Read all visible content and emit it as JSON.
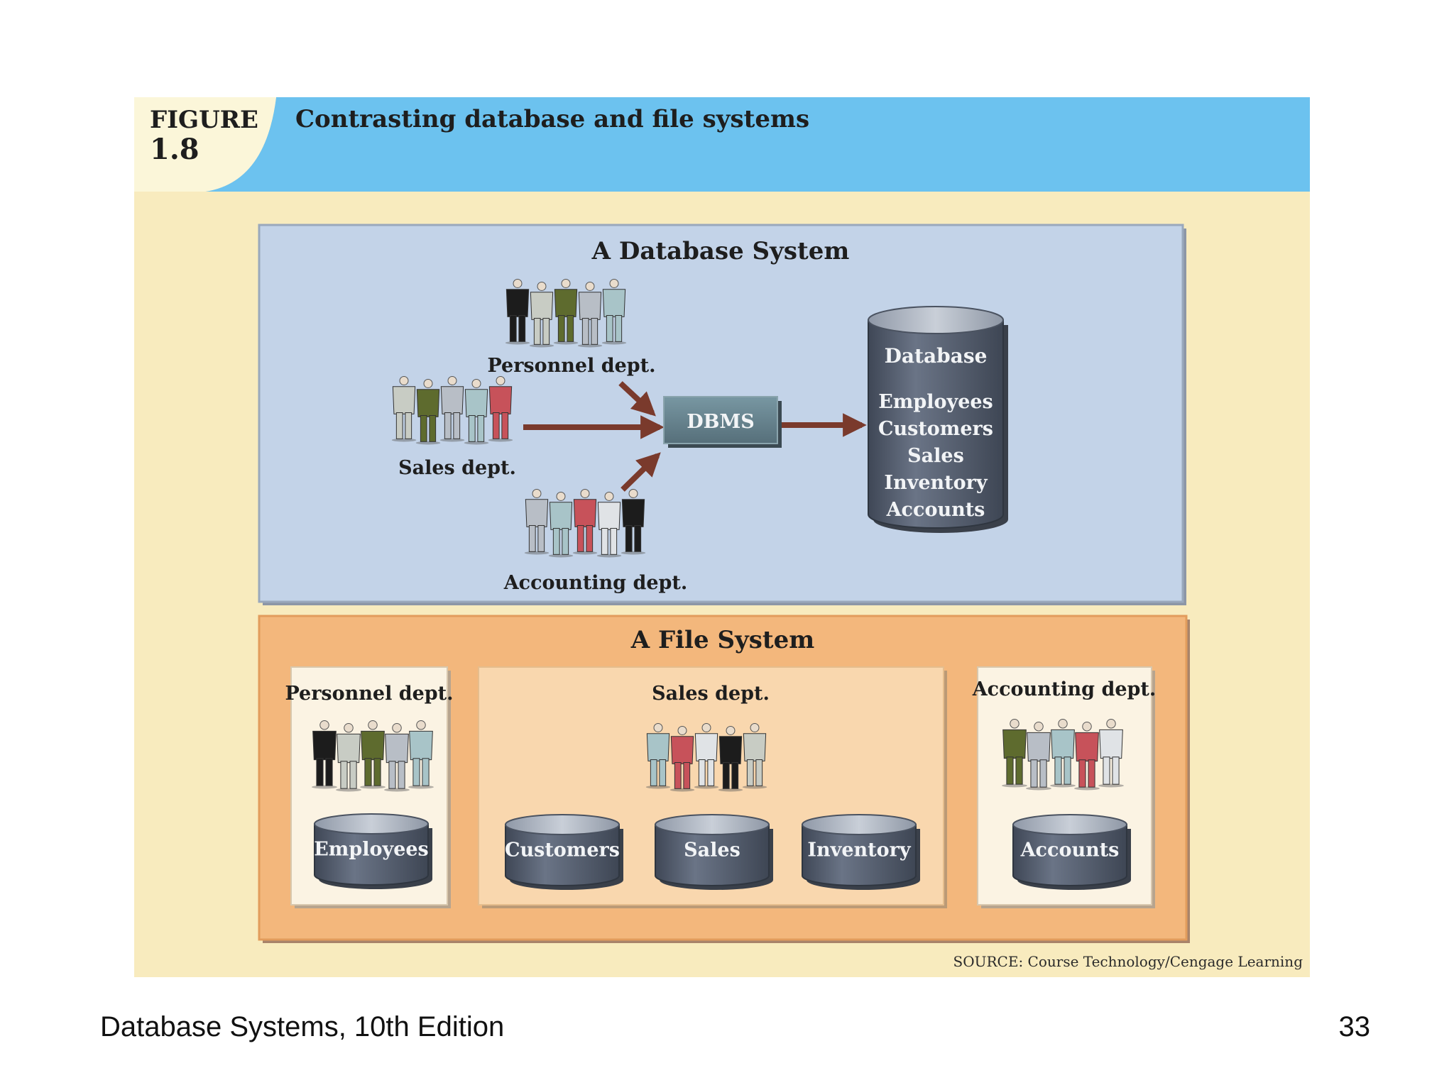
{
  "figure": {
    "label_word": "FIGURE",
    "label_number": "1.8",
    "title": "Contrasting database and file systems",
    "source": "SOURCE: Course Technology/Cengage Learning"
  },
  "database_system": {
    "title": "A Database System",
    "departments": {
      "personnel": "Personnel dept.",
      "sales": "Sales dept.",
      "accounting": "Accounting dept."
    },
    "dbms_label": "DBMS",
    "database": {
      "title": "Database",
      "items": [
        "Employees",
        "Customers",
        "Sales",
        "Inventory",
        "Accounts"
      ]
    }
  },
  "file_system": {
    "title": "A File System",
    "personnel": {
      "label": "Personnel dept.",
      "files": [
        "Employees"
      ]
    },
    "sales": {
      "label": "Sales dept.",
      "files": [
        "Customers",
        "Sales",
        "Inventory"
      ]
    },
    "accounting": {
      "label": "Accounting dept.",
      "files": [
        "Accounts"
      ]
    }
  },
  "colors": {
    "figure_background": "#f8ebbe",
    "header_blue": "#6cc2ef",
    "database_panel": "#c3d3e8",
    "file_panel": "#f3b77c",
    "dept_box": "#fbf3e3",
    "sales_box": "#f9d7ae",
    "cylinder": "#5d6778",
    "arrow": "#7a3a2c",
    "dbms_box": "#63808c"
  },
  "footer": {
    "book": "Database Systems, 10th Edition",
    "page": "33"
  }
}
